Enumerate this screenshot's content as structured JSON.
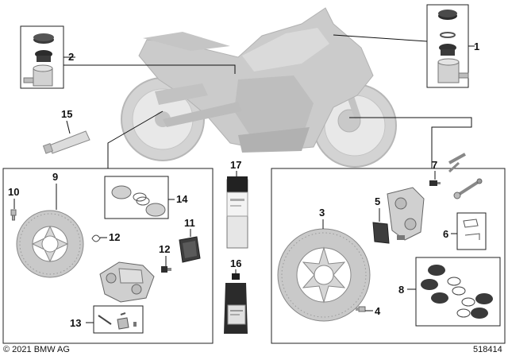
{
  "diagram": {
    "callouts": {
      "c1": "1",
      "c2": "2",
      "c3": "3",
      "c4": "4",
      "c5": "5",
      "c6": "6",
      "c7": "7",
      "c8": "8",
      "c9": "9",
      "c10": "10",
      "c11": "11",
      "c12a": "12",
      "c12b": "12",
      "c13": "13",
      "c14": "14",
      "c15": "15",
      "c16": "16",
      "c17": "17"
    },
    "copyright": "© 2021 BMW AG",
    "image_number": "518414"
  },
  "colors": {
    "motorcycle": "#c8c8c8",
    "part_light": "#d9d9d9",
    "part_dark": "#3a3a3a",
    "line": "#111111"
  }
}
